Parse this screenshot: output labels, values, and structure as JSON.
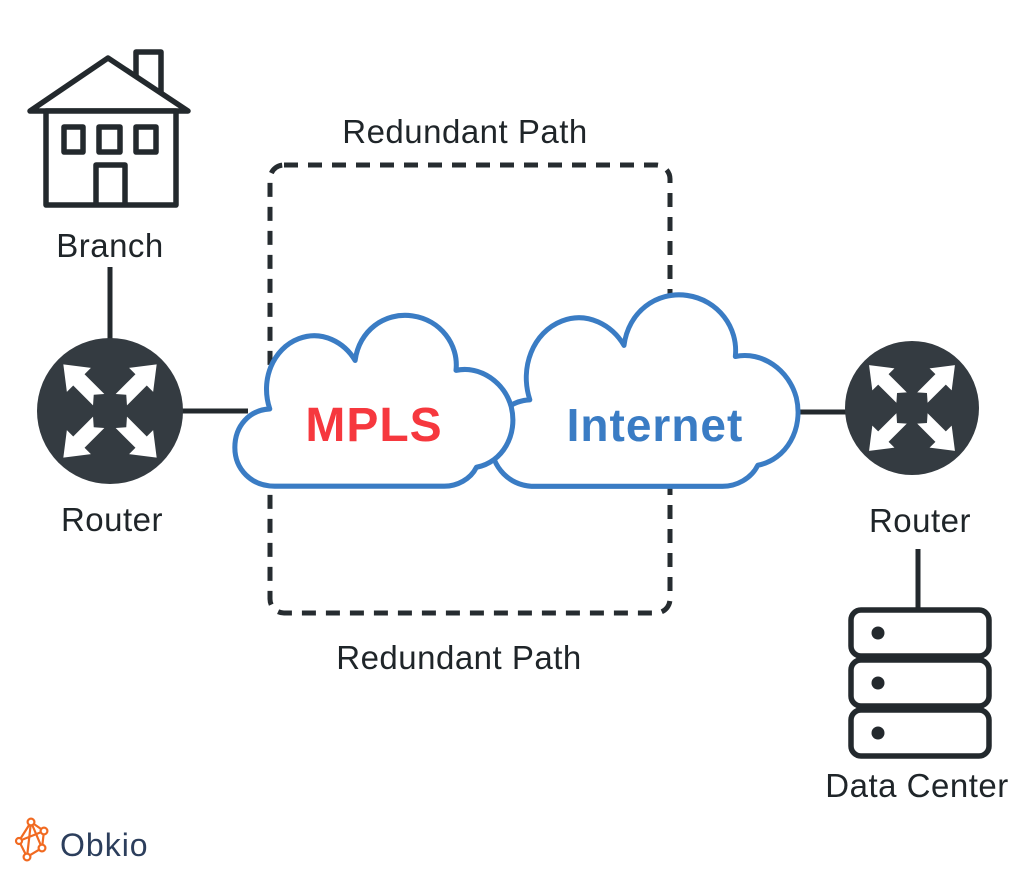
{
  "diagram": {
    "branch": {
      "label": "Branch",
      "icon": "house-icon"
    },
    "router_left": {
      "label": "Router",
      "icon": "router-icon"
    },
    "router_right": {
      "label": "Router",
      "icon": "router-icon"
    },
    "mpls": {
      "label": "MPLS",
      "color": "#f6383e"
    },
    "internet": {
      "label": "Internet",
      "color": "#3a7cc4"
    },
    "data_center": {
      "label": "Data Center",
      "icon": "server-stack-icon"
    },
    "redundant_top": {
      "label": "Redundant Path"
    },
    "redundant_bottom": {
      "label": "Redundant Path"
    },
    "colors": {
      "cloud_stroke": "#3a7cc4",
      "router_fill": "#343b41",
      "outline": "#23292d",
      "dashed_path": "#262c30",
      "label_text": "#1f2529"
    }
  },
  "logo": {
    "text": "Obkio",
    "icon": "obkio-network-icon",
    "orange": "#f16a21",
    "navy": "#2c3e5c"
  }
}
